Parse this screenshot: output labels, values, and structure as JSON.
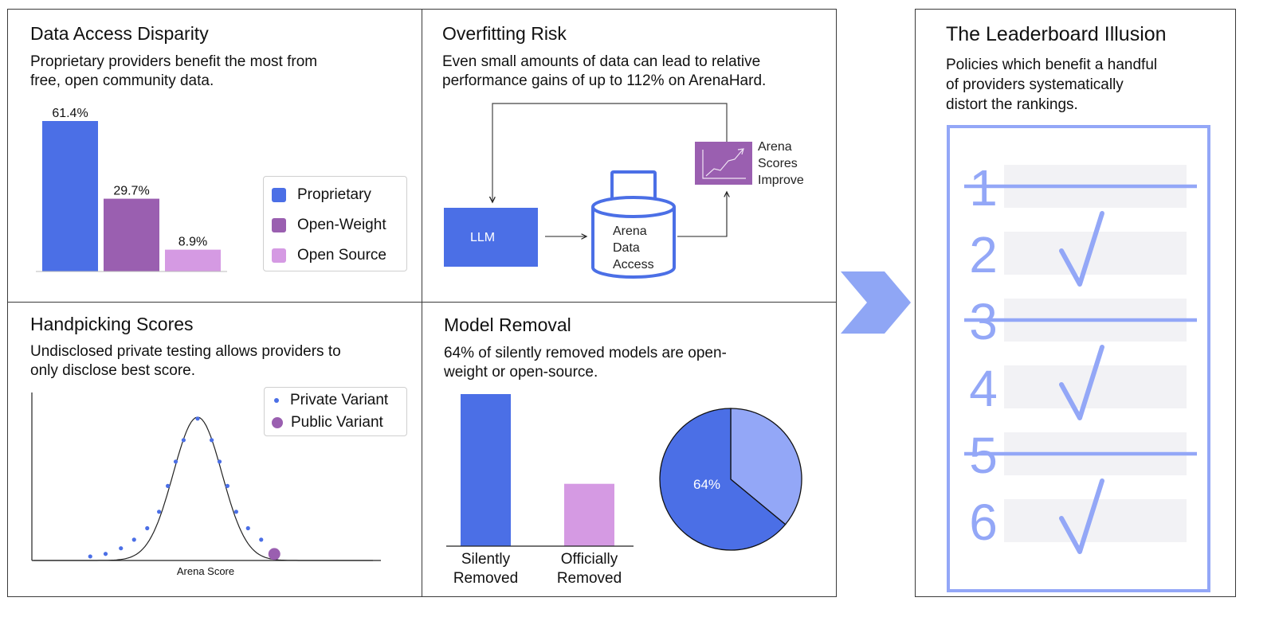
{
  "panels": {
    "data_access": {
      "title": "Data Access Disparity",
      "description_line1": "Proprietary providers benefit the most from",
      "description_line2": "free, open community data.",
      "legend": [
        {
          "label": "Proprietary",
          "color": "#4b6fe6"
        },
        {
          "label": "Open-Weight",
          "color": "#9a5fb0"
        },
        {
          "label": "Open Source",
          "color": "#d59ae3"
        }
      ]
    },
    "overfitting": {
      "title": "Overfitting Risk",
      "description_line1": "Even small amounts of data can lead to relative",
      "description_line2": "performance gains of up to 112% on ArenaHard.",
      "llm_label": "LLM",
      "database_lines": [
        "Arena",
        "Data",
        "Access"
      ],
      "scores_lines": [
        "Arena",
        "Scores",
        "Improve"
      ]
    },
    "handpicking": {
      "title": "Handpicking Scores",
      "description_line1": "Undisclosed private testing allows providers to",
      "description_line2": "only disclose best score.",
      "legend_private": "Private Variant",
      "legend_public": "Public Variant",
      "xlabel": "Arena Score"
    },
    "model_removal": {
      "title": "Model Removal",
      "description_line1": "64% of silently removed models are open-",
      "description_line2": "weight or open-source.",
      "pie_label": "64%"
    },
    "leaderboard": {
      "title": "The Leaderboard Illusion",
      "description_line1": "Policies which benefit a handful",
      "description_line2": "of providers systematically",
      "description_line3": "distort the rankings.",
      "ranks": [
        {
          "rank": "1",
          "status": "struck"
        },
        {
          "rank": "2",
          "status": "checked"
        },
        {
          "rank": "3",
          "status": "struck"
        },
        {
          "rank": "4",
          "status": "checked"
        },
        {
          "rank": "5",
          "status": "struck"
        },
        {
          "rank": "6",
          "status": "checked"
        }
      ]
    }
  },
  "colors": {
    "blue": "#4b6fe6",
    "purple": "#9a5fb0",
    "pink": "#d59ae3",
    "light_blue": "#93a7f7",
    "arrow": "#8fa6f5"
  },
  "chart_data": [
    {
      "type": "bar",
      "categories": [
        "Proprietary",
        "Open-Weight",
        "Open Source"
      ],
      "values": [
        61.4,
        29.7,
        8.9
      ],
      "value_labels": [
        "61.4%",
        "29.7%",
        "8.9%"
      ],
      "colors": [
        "#4b6fe6",
        "#9a5fb0",
        "#d59ae3"
      ],
      "legend_position": "right"
    },
    {
      "type": "scatter",
      "xlabel": "Arena Score",
      "series": [
        {
          "name": "Private Variant",
          "points": [
            [
              -2.45,
              0.028
            ],
            [
              -2.1,
              0.046
            ],
            [
              -1.75,
              0.085
            ],
            [
              -1.45,
              0.145
            ],
            [
              -1.15,
              0.225
            ],
            [
              -0.88,
              0.34
            ],
            [
              -0.68,
              0.52
            ],
            [
              -0.5,
              0.69
            ],
            [
              -0.32,
              0.84
            ],
            [
              0,
              0.99
            ],
            [
              0.32,
              0.84
            ],
            [
              0.5,
              0.69
            ],
            [
              0.68,
              0.52
            ],
            [
              0.88,
              0.34
            ],
            [
              1.15,
              0.225
            ],
            [
              1.45,
              0.145
            ]
          ]
        },
        {
          "name": "Public Variant",
          "points": [
            [
              1.75,
              0.045
            ]
          ]
        }
      ]
    },
    {
      "type": "bar",
      "categories": [
        "Silently Removed",
        "Officially Removed"
      ],
      "values": [
        1.0,
        0.41
      ],
      "colors": [
        "#4b6fe6",
        "#d59ae3"
      ]
    },
    {
      "type": "pie",
      "labels": [
        "64%",
        ""
      ],
      "values": [
        64,
        36
      ],
      "colors": [
        "#4b6fe6",
        "#93a7f7"
      ]
    }
  ]
}
